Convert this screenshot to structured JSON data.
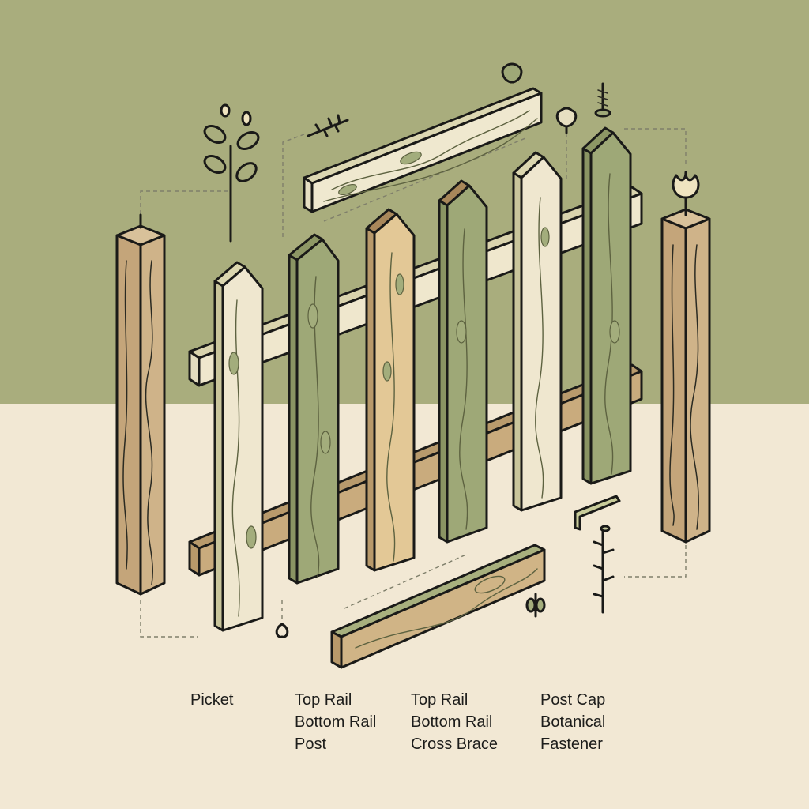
{
  "diagram": {
    "type": "exploded-isometric",
    "subject": "picket fence components",
    "colors": {
      "background_top": "#a9ad7d",
      "background_bottom": "#f2e8d4",
      "outline": "#1a1a18",
      "wood_tan": "#c9ab7d",
      "wood_cream": "#efe6cd",
      "wood_sage": "#9ea877",
      "wood_honey": "#e3c896",
      "label_text": "#1d1d1b"
    },
    "components": [
      {
        "name": "Post",
        "count": 2,
        "position": "left and right ends"
      },
      {
        "name": "Picket",
        "count": 6,
        "position": "center, pointed tops"
      },
      {
        "name": "Top Rail",
        "count": 2,
        "position": "upper horizontal"
      },
      {
        "name": "Bottom Rail",
        "count": 2,
        "position": "lower horizontal"
      },
      {
        "name": "Cross Brace",
        "count": 1,
        "position": "bottom foreground"
      },
      {
        "name": "Post Cap",
        "count": 1,
        "position": "right post top (flower bud)"
      },
      {
        "name": "Botanical",
        "count": 6,
        "position": "scattered sprigs and buds"
      },
      {
        "name": "Fastener",
        "count": 4,
        "position": "screw, thorned stakes, L-bracket"
      }
    ]
  },
  "labels": {
    "columns": [
      {
        "items": [
          "Picket"
        ]
      },
      {
        "items": [
          "Top Rail",
          "Bottom Rail",
          "Post"
        ]
      },
      {
        "items": [
          "Top Rail",
          "Bottom Rail",
          "Cross Brace"
        ]
      },
      {
        "items": [
          "Post Cap",
          "Botanical",
          "Fastener"
        ]
      }
    ]
  }
}
